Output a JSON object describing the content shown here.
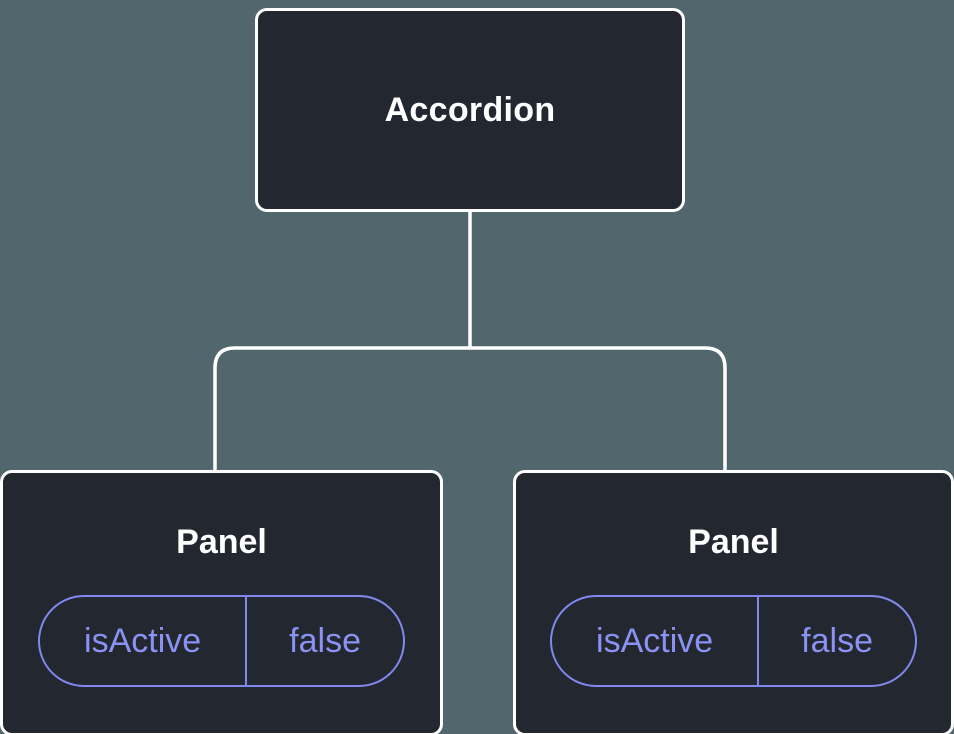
{
  "colors": {
    "background": "#52666E",
    "node_background": "#23272F",
    "node_border": "#FFFFFF",
    "connector": "#FFFFFF",
    "state_accent": "#8A92F4"
  },
  "tree": {
    "root": {
      "label": "Accordion"
    },
    "panels": [
      {
        "label": "Panel",
        "state": {
          "key": "isActive",
          "value": "false"
        }
      },
      {
        "label": "Panel",
        "state": {
          "key": "isActive",
          "value": "false"
        }
      }
    ]
  }
}
